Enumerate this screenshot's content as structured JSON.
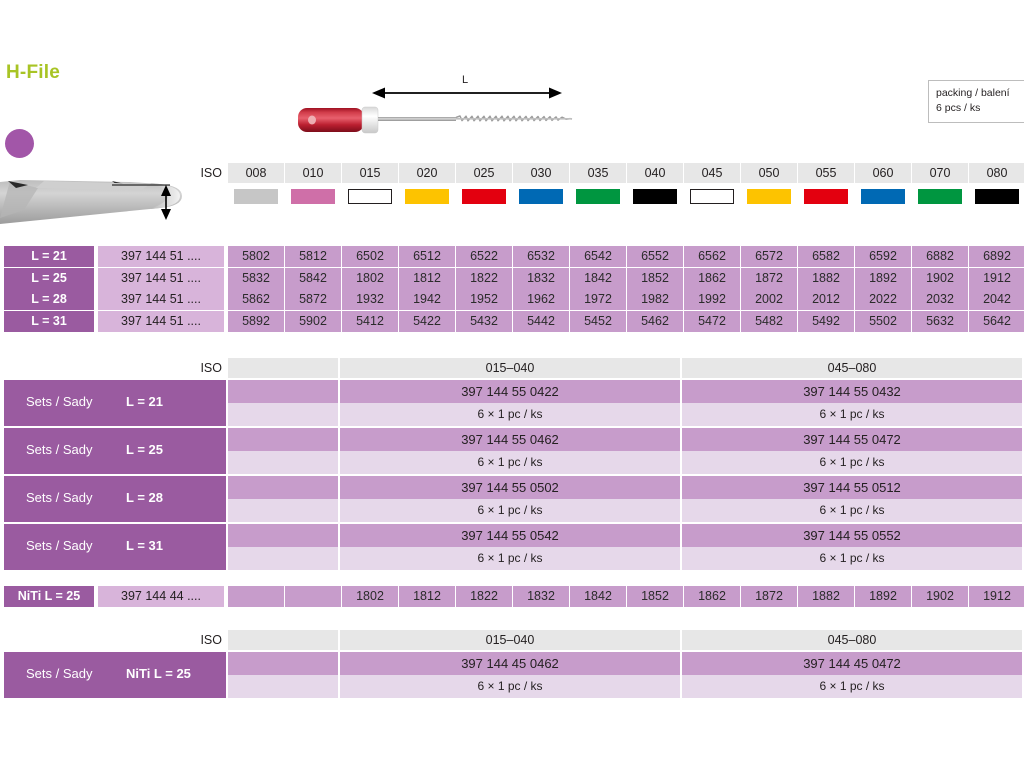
{
  "header": {
    "title": "H-File",
    "packing_line1": "packing / balení",
    "packing_line2": "6 pcs / ks",
    "dimension_label": "L",
    "dot_color": "#a256a8"
  },
  "iso": {
    "label": "ISO",
    "sizes": [
      "008",
      "010",
      "015",
      "020",
      "025",
      "030",
      "035",
      "040",
      "045",
      "050",
      "055",
      "060",
      "070",
      "080"
    ],
    "colors": [
      "#c6c6c6",
      "#cf6fa8",
      "#ffffff",
      "#fdc300",
      "#e3000f",
      "#0069b4",
      "#009640",
      "#000000",
      "#ffffff",
      "#fdc300",
      "#e3000f",
      "#0069b4",
      "#009640",
      "#000000"
    ]
  },
  "main_table": {
    "rows": [
      {
        "length": "L = 21",
        "code": "397 144 51 ....",
        "values": [
          "5802",
          "5812",
          "6502",
          "6512",
          "6522",
          "6532",
          "6542",
          "6552",
          "6562",
          "6572",
          "6582",
          "6592",
          "6882",
          "6892"
        ]
      },
      {
        "length": "L = 25",
        "code": "397 144 51 ....",
        "values": [
          "5832",
          "5842",
          "1802",
          "1812",
          "1822",
          "1832",
          "1842",
          "1852",
          "1862",
          "1872",
          "1882",
          "1892",
          "1902",
          "1912"
        ]
      },
      {
        "length": "L = 28",
        "code": "397 144 51 ....",
        "values": [
          "5862",
          "5872",
          "1932",
          "1942",
          "1952",
          "1962",
          "1972",
          "1982",
          "1992",
          "2002",
          "2012",
          "2022",
          "2032",
          "2042"
        ]
      },
      {
        "length": "L = 31",
        "code": "397 144 51 ....",
        "values": [
          "5892",
          "5902",
          "5412",
          "5422",
          "5432",
          "5442",
          "5452",
          "5462",
          "5472",
          "5482",
          "5492",
          "5502",
          "5632",
          "5642"
        ]
      }
    ]
  },
  "sets_section": {
    "iso_label": "ISO",
    "range_left": "015–040",
    "range_right": "045–080",
    "rows": [
      {
        "label": "Sets / Sady",
        "length": "L = 21",
        "code_left": "397 144 55 0422",
        "qty_left": "6 × 1 pc / ks",
        "code_right": "397 144 55 0432",
        "qty_right": "6 × 1 pc / ks"
      },
      {
        "label": "Sets / Sady",
        "length": "L = 25",
        "code_left": "397 144 55 0462",
        "qty_left": "6 × 1 pc / ks",
        "code_right": "397 144 55 0472",
        "qty_right": "6 × 1 pc / ks"
      },
      {
        "label": "Sets / Sady",
        "length": "L = 28",
        "code_left": "397 144 55 0502",
        "qty_left": "6 × 1 pc / ks",
        "code_right": "397 144 55 0512",
        "qty_right": "6 × 1 pc / ks"
      },
      {
        "label": "Sets / Sady",
        "length": "L = 31",
        "code_left": "397 144 55 0542",
        "qty_left": "6 × 1 pc / ks",
        "code_right": "397 144 55 0552",
        "qty_right": "6 × 1 pc / ks"
      }
    ]
  },
  "niti_row": {
    "length": "NiTi  L = 25",
    "code": "397 144 44 ....",
    "values": [
      "",
      "",
      "1802",
      "1812",
      "1822",
      "1832",
      "1842",
      "1852",
      "1862",
      "1872",
      "1882",
      "1892",
      "1902",
      "1912"
    ]
  },
  "niti_sets": {
    "iso_label": "ISO",
    "range_left": "015–040",
    "range_right": "045–080",
    "row": {
      "label": "Sets / Sady",
      "length": "NiTi  L = 25",
      "code_left": "397 144 45 0462",
      "qty_left": "6 × 1 pc / ks",
      "code_right": "397 144 45 0472",
      "qty_right": "6 × 1 pc / ks"
    }
  }
}
